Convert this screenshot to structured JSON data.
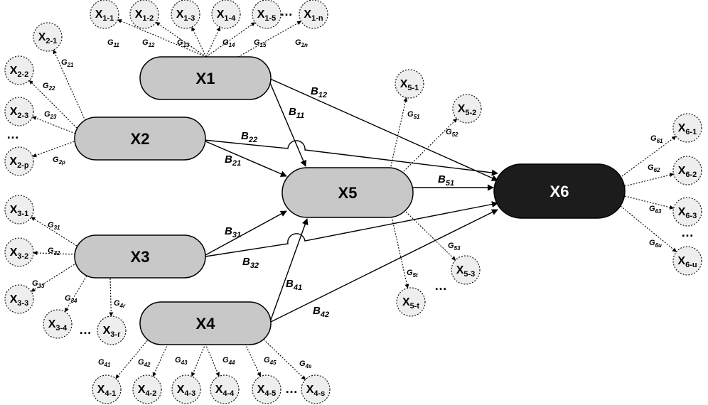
{
  "latents": [
    {
      "id": "X1",
      "label": "X1"
    },
    {
      "id": "X2",
      "label": "X2"
    },
    {
      "id": "X3",
      "label": "X3"
    },
    {
      "id": "X4",
      "label": "X4"
    },
    {
      "id": "X5",
      "label": "X5"
    },
    {
      "id": "X6",
      "label": "X6"
    }
  ],
  "indicators": [
    {
      "id": "x1-1",
      "main": "X",
      "sub": "1-1"
    },
    {
      "id": "x1-2",
      "main": "X",
      "sub": "1-2"
    },
    {
      "id": "x1-3",
      "main": "X",
      "sub": "1-3"
    },
    {
      "id": "x1-4",
      "main": "X",
      "sub": "1-4"
    },
    {
      "id": "x1-5",
      "main": "X",
      "sub": "1-5"
    },
    {
      "id": "x1-n",
      "main": "X",
      "sub": "1-n"
    },
    {
      "id": "x2-1",
      "main": "X",
      "sub": "2-1"
    },
    {
      "id": "x2-2",
      "main": "X",
      "sub": "2-2"
    },
    {
      "id": "x2-3",
      "main": "X",
      "sub": "2-3"
    },
    {
      "id": "x2-p",
      "main": "X",
      "sub": "2-p"
    },
    {
      "id": "x3-1",
      "main": "X",
      "sub": "3-1"
    },
    {
      "id": "x3-2",
      "main": "X",
      "sub": "3-2"
    },
    {
      "id": "x3-3",
      "main": "X",
      "sub": "3-3"
    },
    {
      "id": "x3-4",
      "main": "X",
      "sub": "3-4"
    },
    {
      "id": "x3-r",
      "main": "X",
      "sub": "3-r"
    },
    {
      "id": "x4-1",
      "main": "X",
      "sub": "4-1"
    },
    {
      "id": "x4-2",
      "main": "X",
      "sub": "4-2"
    },
    {
      "id": "x4-3",
      "main": "X",
      "sub": "4-3"
    },
    {
      "id": "x4-4",
      "main": "X",
      "sub": "4-4"
    },
    {
      "id": "x4-5",
      "main": "X",
      "sub": "4-5"
    },
    {
      "id": "x4-s",
      "main": "X",
      "sub": "4-s"
    },
    {
      "id": "x5-1",
      "main": "X",
      "sub": "5-1"
    },
    {
      "id": "x5-2",
      "main": "X",
      "sub": "5-2"
    },
    {
      "id": "x5-3",
      "main": "X",
      "sub": "5-3"
    },
    {
      "id": "x5-t",
      "main": "X",
      "sub": "5-t"
    },
    {
      "id": "x6-1",
      "main": "X",
      "sub": "6-1"
    },
    {
      "id": "x6-2",
      "main": "X",
      "sub": "6-2"
    },
    {
      "id": "x6-3",
      "main": "X",
      "sub": "6-3"
    },
    {
      "id": "x6-u",
      "main": "X",
      "sub": "6-u"
    }
  ],
  "paths": [
    {
      "id": "b12",
      "main": "B",
      "sub": "12"
    },
    {
      "id": "b11",
      "main": "B",
      "sub": "11"
    },
    {
      "id": "b22",
      "main": "B",
      "sub": "22"
    },
    {
      "id": "b21",
      "main": "B",
      "sub": "21"
    },
    {
      "id": "b51",
      "main": "B",
      "sub": "51"
    },
    {
      "id": "b31",
      "main": "B",
      "sub": "31"
    },
    {
      "id": "b32",
      "main": "B",
      "sub": "32"
    },
    {
      "id": "b41",
      "main": "B",
      "sub": "41"
    },
    {
      "id": "b42",
      "main": "B",
      "sub": "42"
    }
  ],
  "loadings": [
    {
      "id": "g11",
      "main": "G",
      "sub": "11"
    },
    {
      "id": "g12",
      "main": "G",
      "sub": "12"
    },
    {
      "id": "g13",
      "main": "G",
      "sub": "13"
    },
    {
      "id": "g14",
      "main": "G",
      "sub": "14"
    },
    {
      "id": "g15",
      "main": "G",
      "sub": "15"
    },
    {
      "id": "g1n",
      "main": "G",
      "sub": "1n"
    },
    {
      "id": "g21",
      "main": "G",
      "sub": "21"
    },
    {
      "id": "g22",
      "main": "G",
      "sub": "22"
    },
    {
      "id": "g23",
      "main": "G",
      "sub": "23"
    },
    {
      "id": "g2p",
      "main": "G",
      "sub": "2p"
    },
    {
      "id": "g31",
      "main": "G",
      "sub": "31"
    },
    {
      "id": "g32",
      "main": "G",
      "sub": "32"
    },
    {
      "id": "g33",
      "main": "G",
      "sub": "33"
    },
    {
      "id": "g34",
      "main": "G",
      "sub": "34"
    },
    {
      "id": "g4r",
      "main": "G",
      "sub": "4r"
    },
    {
      "id": "g41",
      "main": "G",
      "sub": "41"
    },
    {
      "id": "g42",
      "main": "G",
      "sub": "42"
    },
    {
      "id": "g43",
      "main": "G",
      "sub": "43"
    },
    {
      "id": "g44",
      "main": "G",
      "sub": "44"
    },
    {
      "id": "g45",
      "main": "G",
      "sub": "45"
    },
    {
      "id": "g4s",
      "main": "G",
      "sub": "4s"
    },
    {
      "id": "g51",
      "main": "G",
      "sub": "51"
    },
    {
      "id": "g52",
      "main": "G",
      "sub": "52"
    },
    {
      "id": "g53",
      "main": "G",
      "sub": "53"
    },
    {
      "id": "g5t",
      "main": "G",
      "sub": "5t"
    },
    {
      "id": "g61",
      "main": "G",
      "sub": "61"
    },
    {
      "id": "g62",
      "main": "G",
      "sub": "62"
    },
    {
      "id": "g63",
      "main": "G",
      "sub": "63"
    },
    {
      "id": "g6u",
      "main": "G",
      "sub": "6u"
    }
  ],
  "ellipsis": "…",
  "colors": {
    "latent_fill": "#c8c8c8",
    "endogenous_fill": "#1c1c1c",
    "indicator_fill": "#eeeeee",
    "stroke": "#000000",
    "endogenous_text": "#ffffff"
  }
}
